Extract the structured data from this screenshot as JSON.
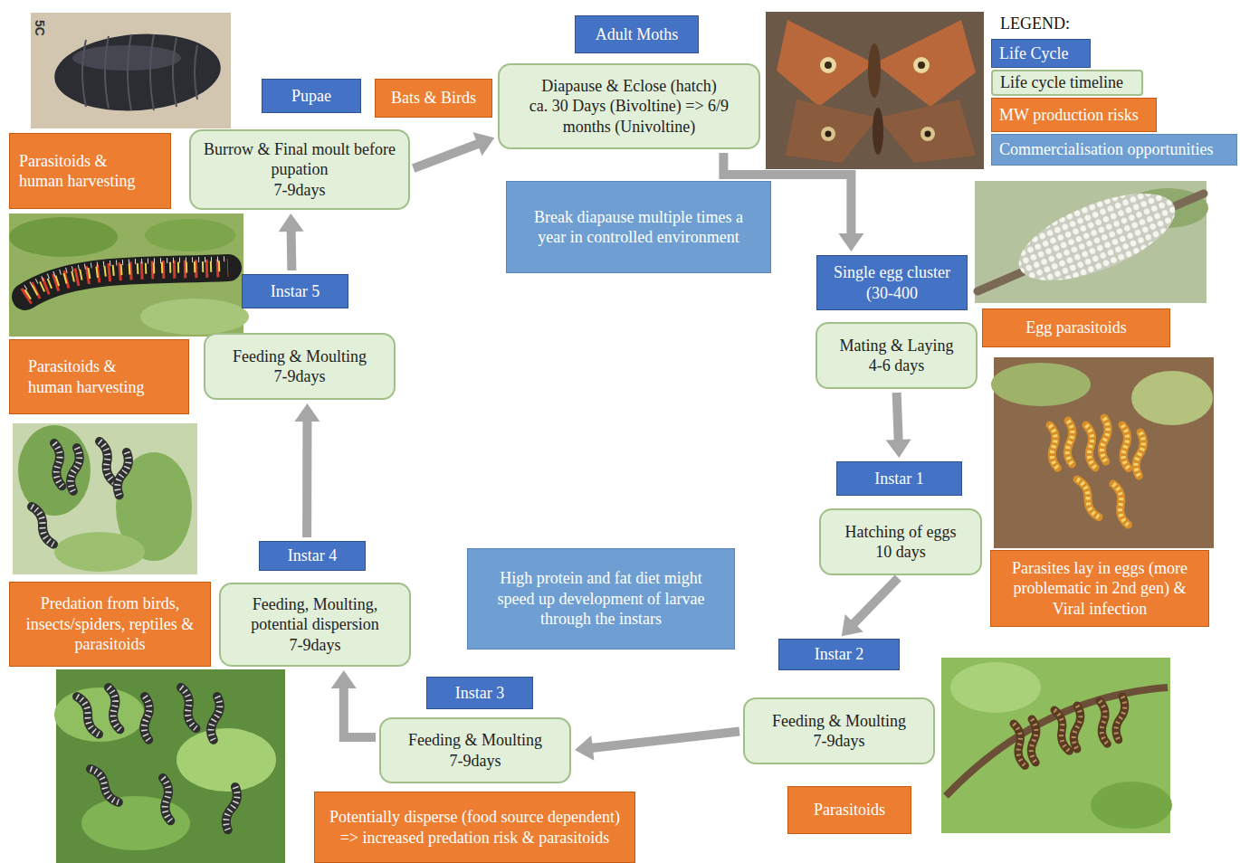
{
  "diagram": {
    "nodes": [
      {
        "text": [
          "Adult Moths"
        ]
      },
      {
        "text": [
          "Diapause & Eclose (hatch)",
          "ca. 30 Days (Bivoltine) => 6/9 months (Univoltine)"
        ]
      },
      {
        "text": [
          "Pupae"
        ]
      },
      {
        "text": [
          "Bats & Birds"
        ]
      },
      {
        "text": [
          "Burrow & Final moult before pupation",
          "7-9days"
        ]
      },
      {
        "text": [
          "Parasitoids & human harvesting"
        ]
      },
      {
        "text": [
          "Break diapause multiple times a year in controlled environment"
        ]
      },
      {
        "text": [
          "Single egg cluster (30-400"
        ]
      },
      {
        "text": [
          "Egg parasitoids"
        ]
      },
      {
        "text": [
          "Instar 5"
        ]
      },
      {
        "text": [
          "Mating & Laying",
          "4-6 days"
        ]
      },
      {
        "text": [
          "Parasitoids & human harvesting"
        ]
      },
      {
        "text": [
          "Feeding & Moulting",
          "7-9days"
        ]
      },
      {
        "text": [
          "Instar 1"
        ]
      },
      {
        "text": [
          "Hatching of eggs",
          "10 days"
        ]
      },
      {
        "text": [
          "Instar 4"
        ]
      },
      {
        "text": [
          "Parasites lay in eggs (more problematic in 2nd gen) & Viral infection"
        ]
      },
      {
        "text": [
          "High protein and fat diet might speed up development of larvae through the instars"
        ]
      },
      {
        "text": [
          "Predation from birds, insects/spiders, reptiles & parasitoids"
        ]
      },
      {
        "text": [
          "Feeding, Moulting, potential dispersion",
          "7-9days"
        ]
      },
      {
        "text": [
          "Instar 2"
        ]
      },
      {
        "text": [
          "Instar 3"
        ]
      },
      {
        "text": [
          "Feeding & Moulting",
          "7-9days"
        ]
      },
      {
        "text": [
          "Feeding & Moulting",
          "7-9days"
        ]
      },
      {
        "text": [
          "Potentially disperse (food source dependent) => increased predation risk & parasitoids"
        ]
      },
      {
        "text": [
          "Parasitoids"
        ]
      }
    ],
    "edges": [
      {
        "from": 4,
        "to": 1,
        "arrow": "to"
      },
      {
        "from": 1,
        "to": 7,
        "arrow": "to"
      },
      {
        "from": 10,
        "to": 13,
        "arrow": "to"
      },
      {
        "from": 14,
        "to": 20,
        "arrow": "to"
      },
      {
        "from": 23,
        "to": 22,
        "arrow": "to"
      },
      {
        "from": 22,
        "to": 19,
        "arrow": "to"
      },
      {
        "from": 15,
        "to": 12,
        "arrow": "to"
      },
      {
        "from": 9,
        "to": 4,
        "arrow": "to"
      }
    ],
    "labels": [
      "LEGEND:",
      "5C"
    ],
    "legend": [
      {
        "text": "Life Cycle",
        "color": "#4472c4"
      },
      {
        "text": "Life cycle timeline",
        "color": "#e2f0d9"
      },
      {
        "text": "MW production risks",
        "color": "#ed7d31"
      },
      {
        "text": "Commercialisation opportunities",
        "color": "#6f9fd2"
      }
    ]
  }
}
